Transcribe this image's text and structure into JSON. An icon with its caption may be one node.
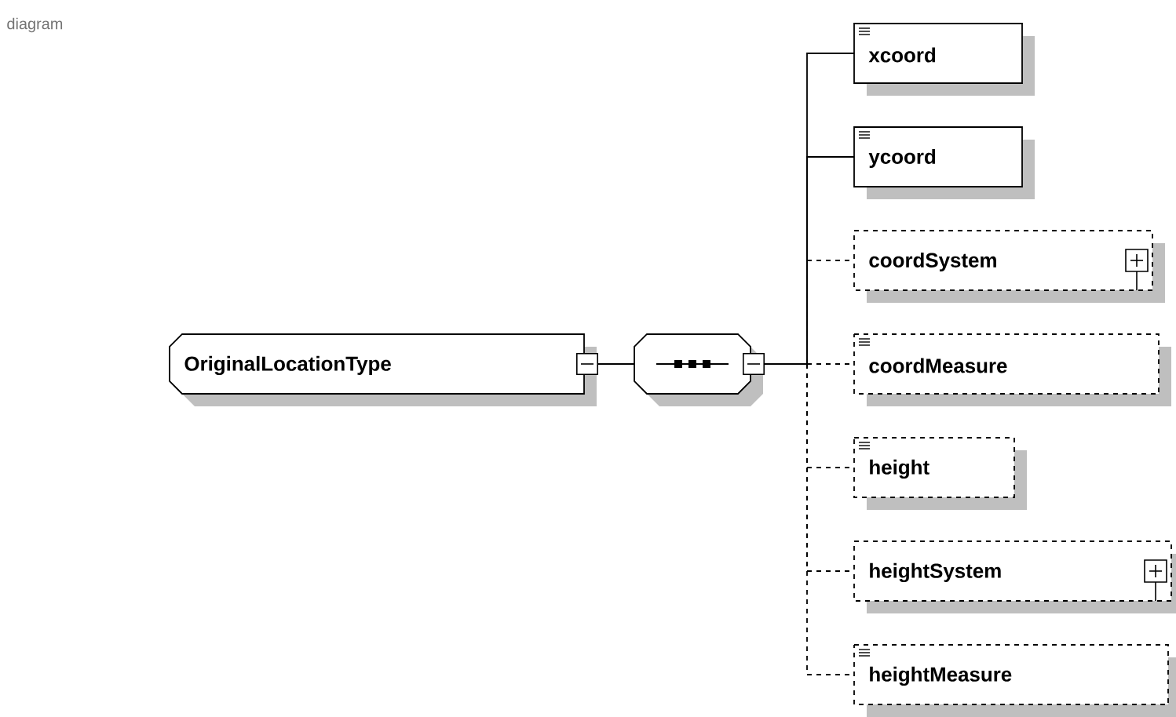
{
  "diagram": {
    "nodes": [
      {
        "text": [
          "OriginalLocationType"
        ]
      },
      {
        "text": [],
        "shape": "octagon"
      },
      {
        "text": [
          "xcoord"
        ]
      },
      {
        "text": [
          "ycoord"
        ]
      },
      {
        "text": [
          "coordSystem"
        ]
      },
      {
        "text": [
          "coordMeasure"
        ]
      },
      {
        "text": [
          "height"
        ]
      },
      {
        "text": [
          "heightSystem"
        ]
      },
      {
        "text": [
          "heightMeasure"
        ]
      }
    ],
    "edges": [
      {
        "from": 0,
        "to": 1,
        "arrow": "other"
      },
      {
        "from": 1,
        "to": 2,
        "arrow": "other"
      },
      {
        "from": 1,
        "to": 3,
        "arrow": "other"
      },
      {
        "from": 1,
        "to": 4,
        "arrow": "other",
        "style": "dashed"
      },
      {
        "from": 1,
        "to": 5,
        "arrow": "other",
        "style": "dashed"
      },
      {
        "from": 1,
        "to": 6,
        "arrow": "other",
        "style": "dashed"
      },
      {
        "from": 1,
        "to": 7,
        "arrow": "other",
        "style": "dashed"
      },
      {
        "from": 1,
        "to": 8,
        "arrow": "other",
        "style": "dashed"
      }
    ],
    "labels": [
      "diagram"
    ]
  }
}
